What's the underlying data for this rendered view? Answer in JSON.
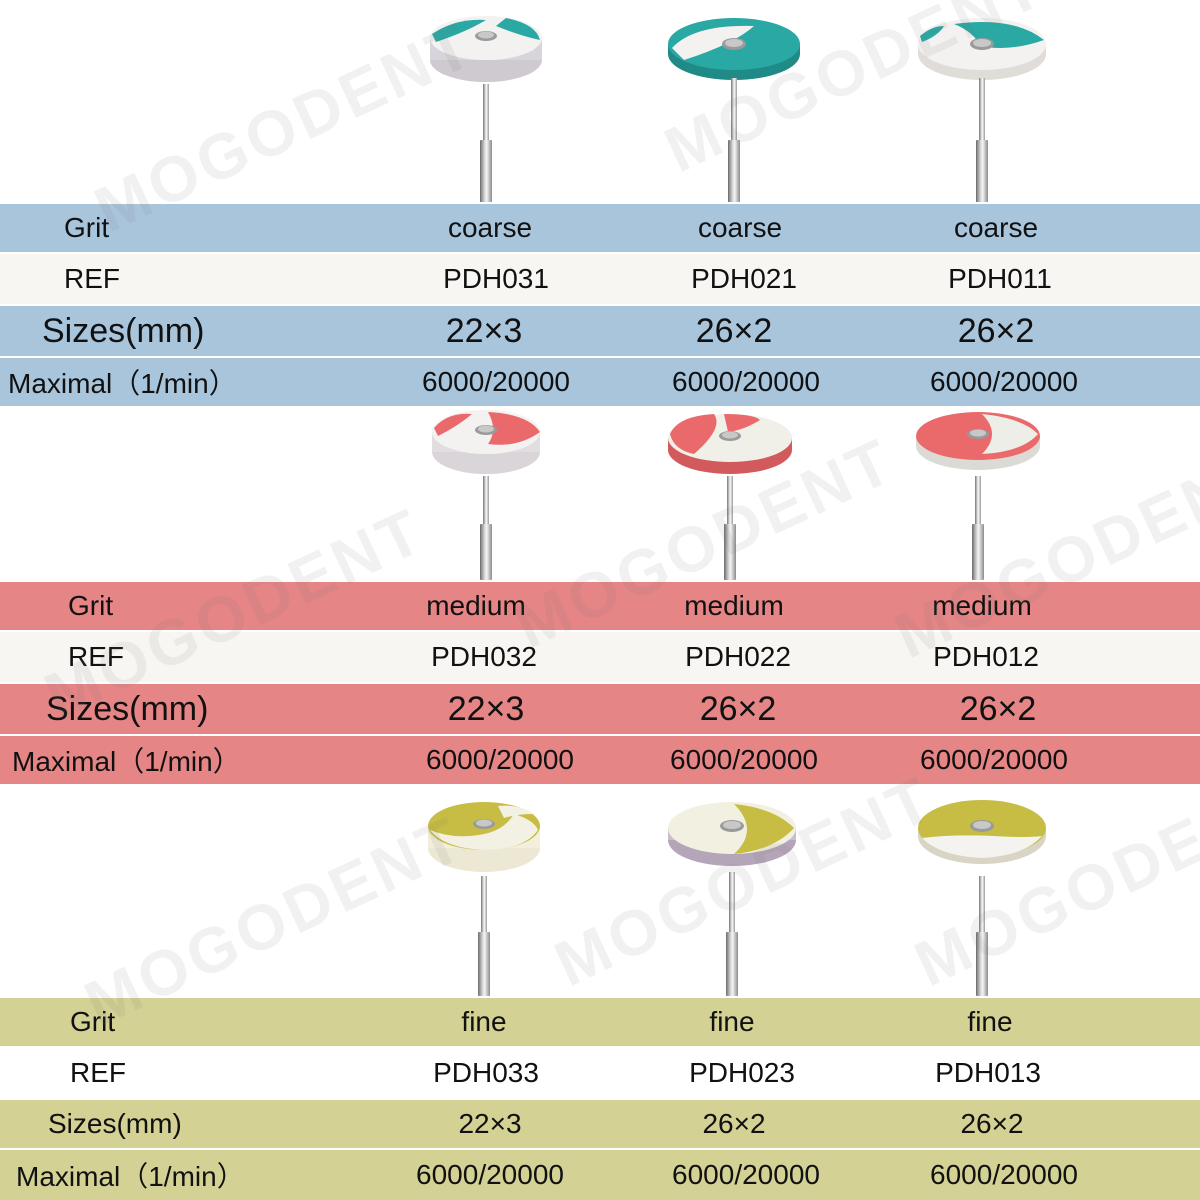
{
  "watermark": "MOGODENT",
  "labels": {
    "grit": "Grit",
    "ref": "REF",
    "sizes": "Sizes(mm)",
    "maximal": "Maximal（1/min）"
  },
  "groups": [
    {
      "id": "coarse",
      "band_color": "#a9c5dc",
      "mid_color": "#f8f6f3",
      "accent_color": "#22a7a2",
      "grit": "coarse",
      "products": [
        {
          "ref": "PDH031",
          "size": "22×3",
          "maximal": "6000/20000"
        },
        {
          "ref": "PDH021",
          "size": "26×2",
          "maximal": "6000/20000"
        },
        {
          "ref": "PDH011",
          "size": "26×2",
          "maximal": "6000/20000"
        }
      ]
    },
    {
      "id": "medium",
      "band_color": "#e68586",
      "mid_color": "#f8f6f3",
      "accent_color": "#ea6a6c",
      "grit": "medium",
      "products": [
        {
          "ref": "PDH032",
          "size": "22×3",
          "maximal": "6000/20000"
        },
        {
          "ref": "PDH022",
          "size": "26×2",
          "maximal": "6000/20000"
        },
        {
          "ref": "PDH012",
          "size": "26×2",
          "maximal": "6000/20000"
        }
      ]
    },
    {
      "id": "fine",
      "band_color": "#d3d194",
      "mid_color": "#ffffff",
      "accent_color": "#c7bd45",
      "grit": "fine",
      "products": [
        {
          "ref": "PDH033",
          "size": "22×3",
          "maximal": "6000/20000"
        },
        {
          "ref": "PDH023",
          "size": "26×2",
          "maximal": "6000/20000"
        },
        {
          "ref": "PDH013",
          "size": "26×2",
          "maximal": "6000/20000"
        }
      ]
    }
  ]
}
